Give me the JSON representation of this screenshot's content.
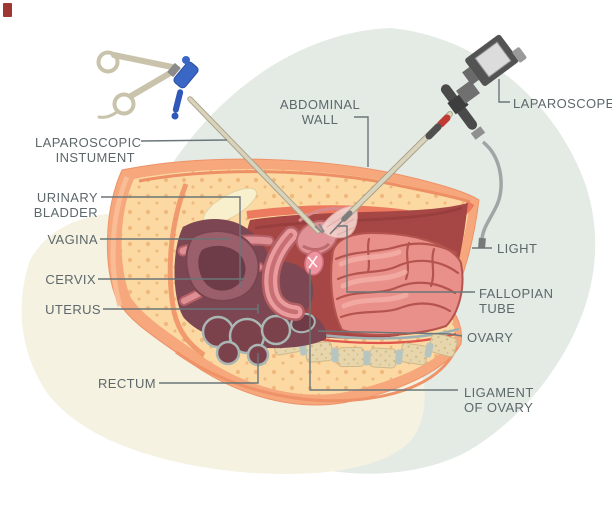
{
  "diagram": {
    "subject": "laparoscopy-anatomy-illustration",
    "labels": {
      "laparoscopic_instrument": {
        "line1": "LAPAROSCOPIC",
        "line2": "INSTUMENT"
      },
      "urinary_bladder": {
        "line1": "URINARY",
        "line2": "BLADDER"
      },
      "vagina": "VAGINA",
      "cervix": "CERVIX",
      "uterus": "UTERUS",
      "rectum": "RECTUM",
      "abdominal_wall": {
        "line1": "ABDOMINAL",
        "line2": "WALL"
      },
      "laparoscope": "LAPAROSCOPE",
      "light": "LIGHT",
      "fallopian_tube": {
        "line1": "FALLOPIAN",
        "line2": "TUBE"
      },
      "ovary": "OVARY",
      "ligament_of_ovary": {
        "line1": "LIGAMENT",
        "line2": "OF OVARY"
      }
    },
    "colors": {
      "label_text": "#5d686b",
      "leader_line": "#6b7679",
      "background_green": "#e4ebe5",
      "background_cream": "#f5f2e1",
      "skin": "#f6a77c",
      "fat": "#fcd9a2",
      "muscle": "#ec7a5e",
      "cavity": "#a74745",
      "intestine": "#e9908a",
      "organ_dark": "#7c4752",
      "pubic_bone": "#f8efcd",
      "vertebra": "#e7d6ac",
      "instrument_beige": "#d9d3bb",
      "instrument_blue": "#3a67c6",
      "scope_gray": "#4f4f4f",
      "scope_red_ring": "#c03a33",
      "light_cable": "#9fa6a6",
      "corner_mark": "#9e3632"
    }
  }
}
